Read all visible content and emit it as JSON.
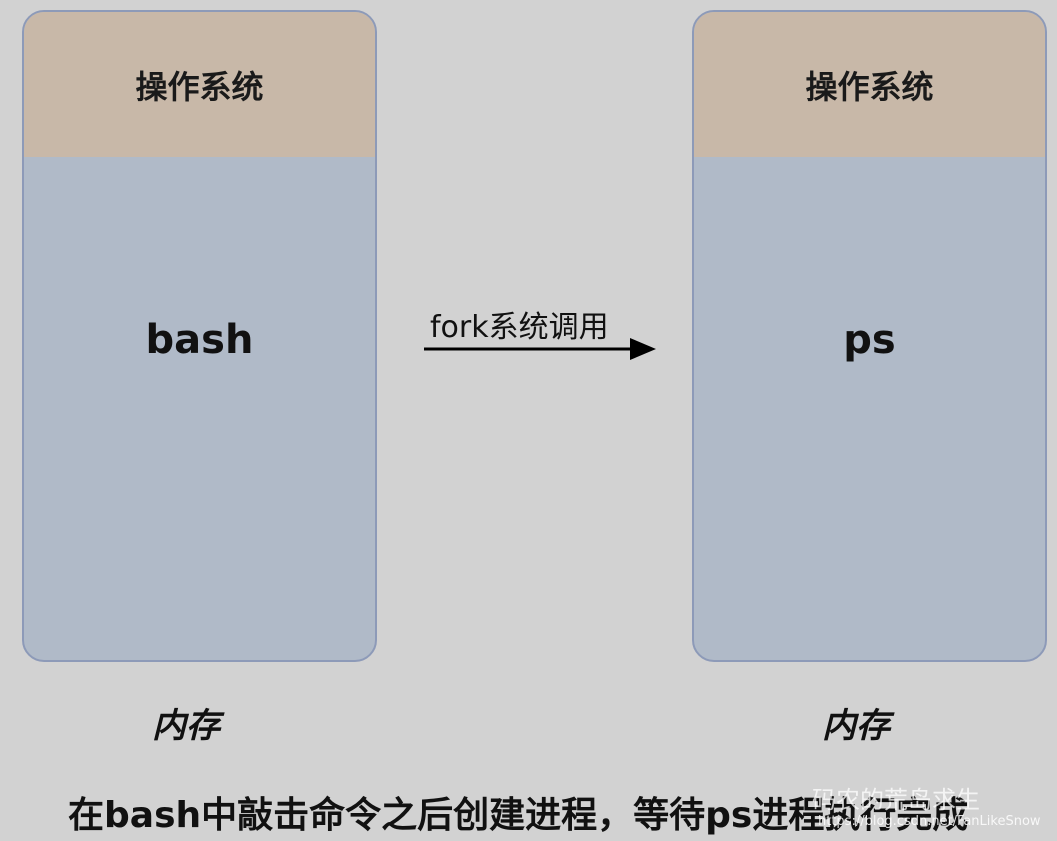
{
  "left_block": {
    "os_label": "操作系统",
    "process_label": "bash",
    "memory_caption": "内存"
  },
  "right_block": {
    "os_label": "操作系统",
    "process_label": "ps",
    "memory_caption": "内存"
  },
  "arrow": {
    "label": "fork系统调用"
  },
  "caption": "在bash中敲击命令之后创建进程，等待ps进程执行完成",
  "watermark": {
    "brand": "码农的荒岛求生",
    "url": "https://blog.csdn.net/FanLikeSnow"
  },
  "colors": {
    "background": "#d2d2d2",
    "os_region": "#c8b8a8",
    "process_region": "#b0bac8",
    "block_border": "#8d9ab8"
  }
}
